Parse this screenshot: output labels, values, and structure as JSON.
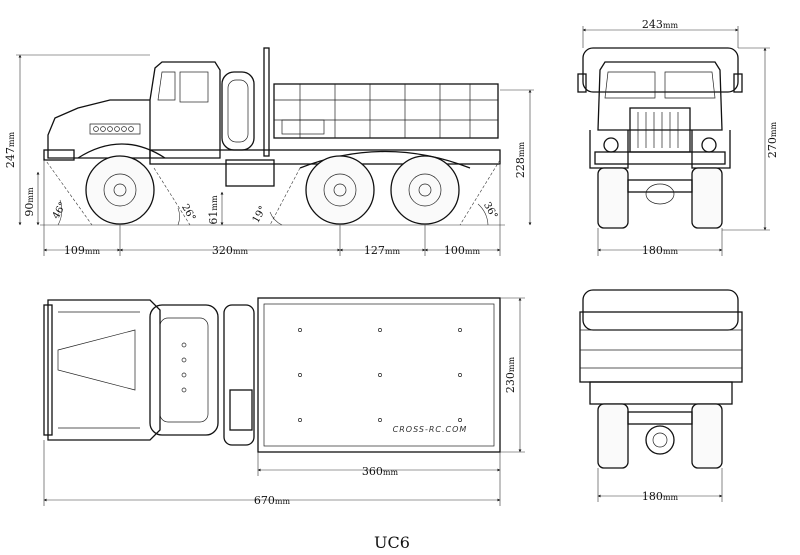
{
  "diagram": {
    "title": "UC6",
    "brand_text": "CROSS-RC.COM",
    "side_view": {
      "overall_height": "247",
      "height_unit": "mm",
      "ground_clearance": "90",
      "ground_unit": "mm",
      "cab_height": "228",
      "cab_height_unit": "mm",
      "angle_front_approach": "46°",
      "angle_front_breakover": "26°",
      "angle_rear_breakover": "19°",
      "angle_rear_departure": "36°",
      "step_height": "61",
      "step_unit": "mm",
      "front_overhang": "109",
      "front_overhang_unit": "mm",
      "wheelbase": "320",
      "wheelbase_unit": "mm",
      "axle_gap": "127",
      "axle_gap_unit": "mm",
      "rear_overhang": "100",
      "rear_overhang_unit": "mm"
    },
    "front_view": {
      "width": "243",
      "width_unit": "mm",
      "height": "270",
      "height_unit": "mm",
      "track": "180",
      "track_unit": "mm"
    },
    "top_view": {
      "bed_width": "230",
      "bed_width_unit": "mm",
      "bed_length": "360",
      "bed_length_unit": "mm",
      "overall_length": "670",
      "overall_length_unit": "mm"
    },
    "rear_view": {
      "track": "180",
      "track_unit": "mm"
    }
  }
}
